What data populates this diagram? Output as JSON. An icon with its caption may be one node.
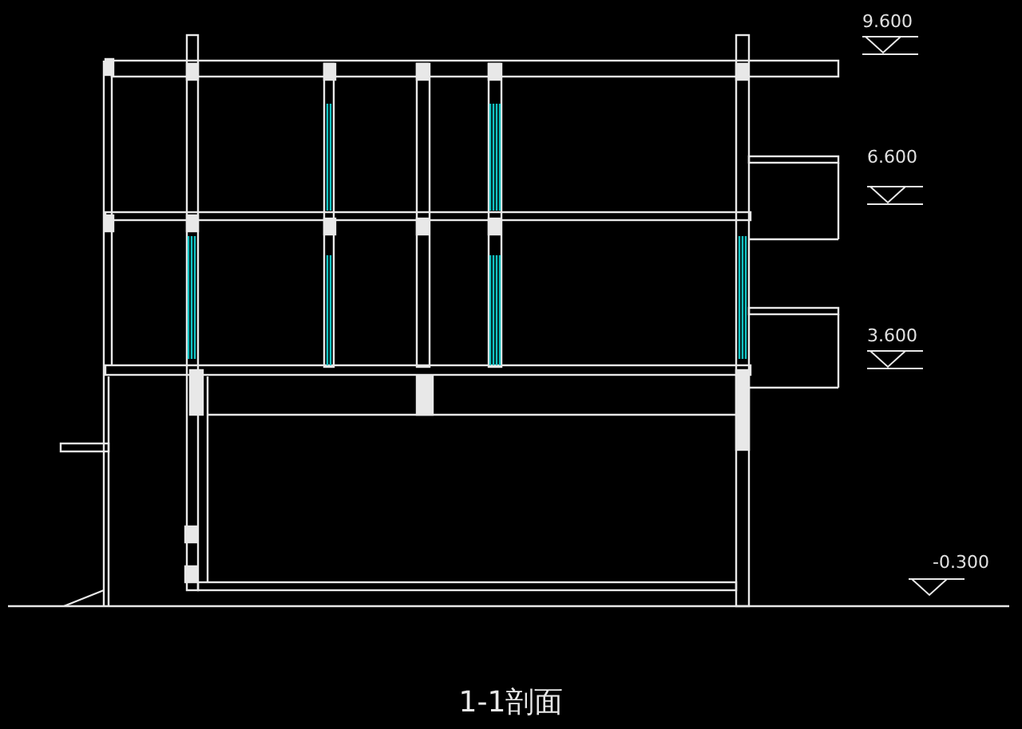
{
  "diagram": {
    "title": "1-1剖面",
    "labels": [
      "9.600",
      "6.600",
      "3.600",
      "-0.300"
    ]
  }
}
